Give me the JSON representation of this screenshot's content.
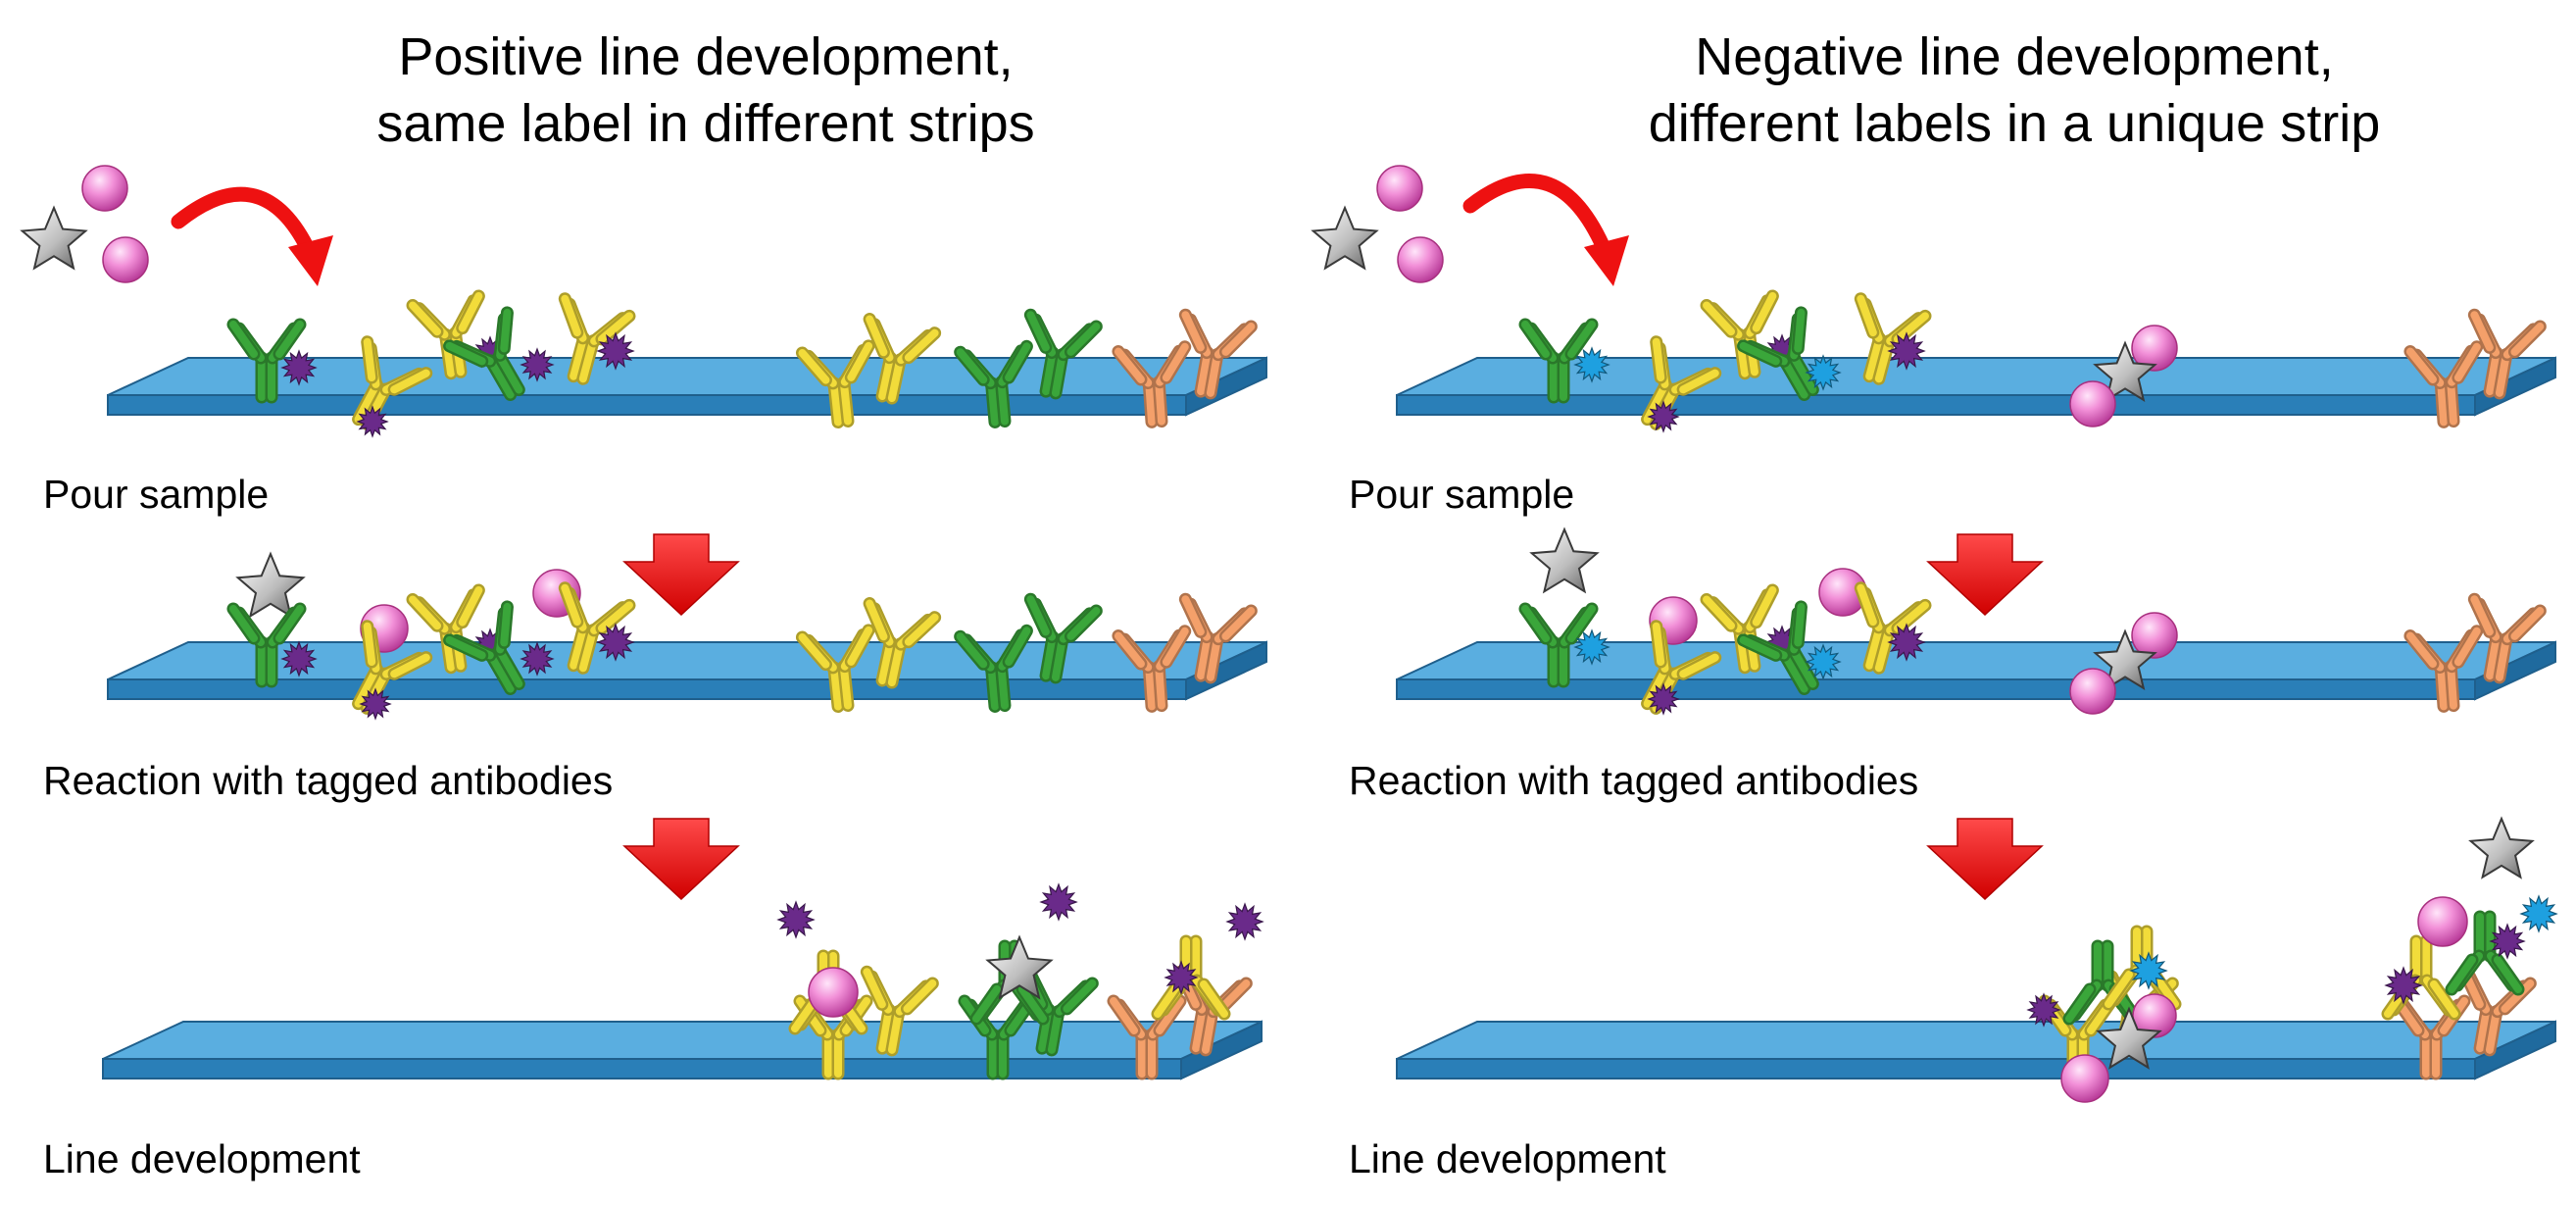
{
  "left_panel": {
    "title_line1": "Positive line development,",
    "title_line2": "same label in different strips",
    "steps": [
      "Pour sample",
      "Reaction with tagged antibodies",
      "Line development"
    ]
  },
  "right_panel": {
    "title_line1": "Negative line development,",
    "title_line2": "different labels in a unique strip",
    "steps": [
      "Pour sample",
      "Reaction with tagged antibodies",
      "Line development"
    ]
  },
  "colors": {
    "strip_top": "#5aaee0",
    "strip_front": "#2a7fb8",
    "strip_side": "#1f6a9e",
    "antibody_green": "#3aa63a",
    "antibody_yellow": "#f2dc3a",
    "antibody_orange": "#f4a06a",
    "label_purple": "#6a2a8a",
    "label_blue": "#1ea0e0",
    "sphere_pink": "#f06cc8",
    "star_gray": "#a8a8a8",
    "arrow_red": "#ee1111"
  },
  "icons": [
    "antibody-icon",
    "sphere-icon",
    "star-icon",
    "purple-tag-icon",
    "blue-tag-icon",
    "down-arrow-icon",
    "curved-arrow-icon"
  ]
}
